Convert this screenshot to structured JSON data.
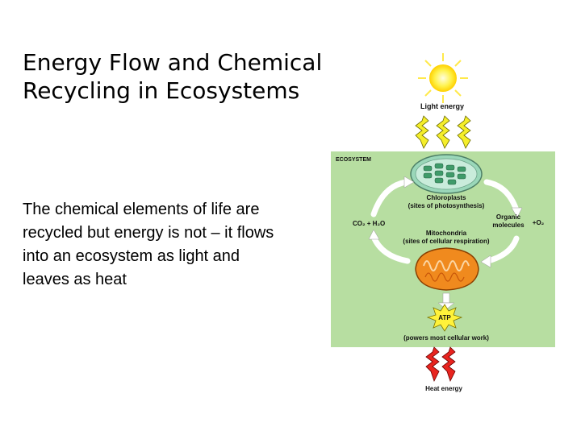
{
  "slide": {
    "title_lines": [
      "Energy Flow and Chemical",
      "Recycling in Ecosystems"
    ],
    "body_lines": [
      "The chemical elements of life are",
      "recycled but energy is not – it flows",
      "into an ecosystem as light and",
      "leaves as heat"
    ]
  },
  "diagram": {
    "light_label": "Light energy",
    "ecosystem_label": "ECOSYSTEM",
    "chloroplasts_label": "Chloroplasts",
    "chloroplasts_sub": "(sites of photosynthesis)",
    "inputs_label": "CO₂ + H₂O",
    "organic_label_1": "Organic",
    "organic_label_2": "molecules",
    "o2_label": "+O₂",
    "mito_label": "Mitochondria",
    "mito_sub": "(sites of cellular respiration)",
    "atp_label": "ATP",
    "atp_sub": "(powers most cellular work)",
    "heat_label": "Heat energy",
    "colors": {
      "ecosystem_bg": "#b7dea1",
      "sun": "#fff04a",
      "lightning": "#f5ee2a",
      "heat": "#e8241f",
      "mitochondria": "#f08a1e",
      "chloroplast": "#8fcfb0"
    }
  }
}
